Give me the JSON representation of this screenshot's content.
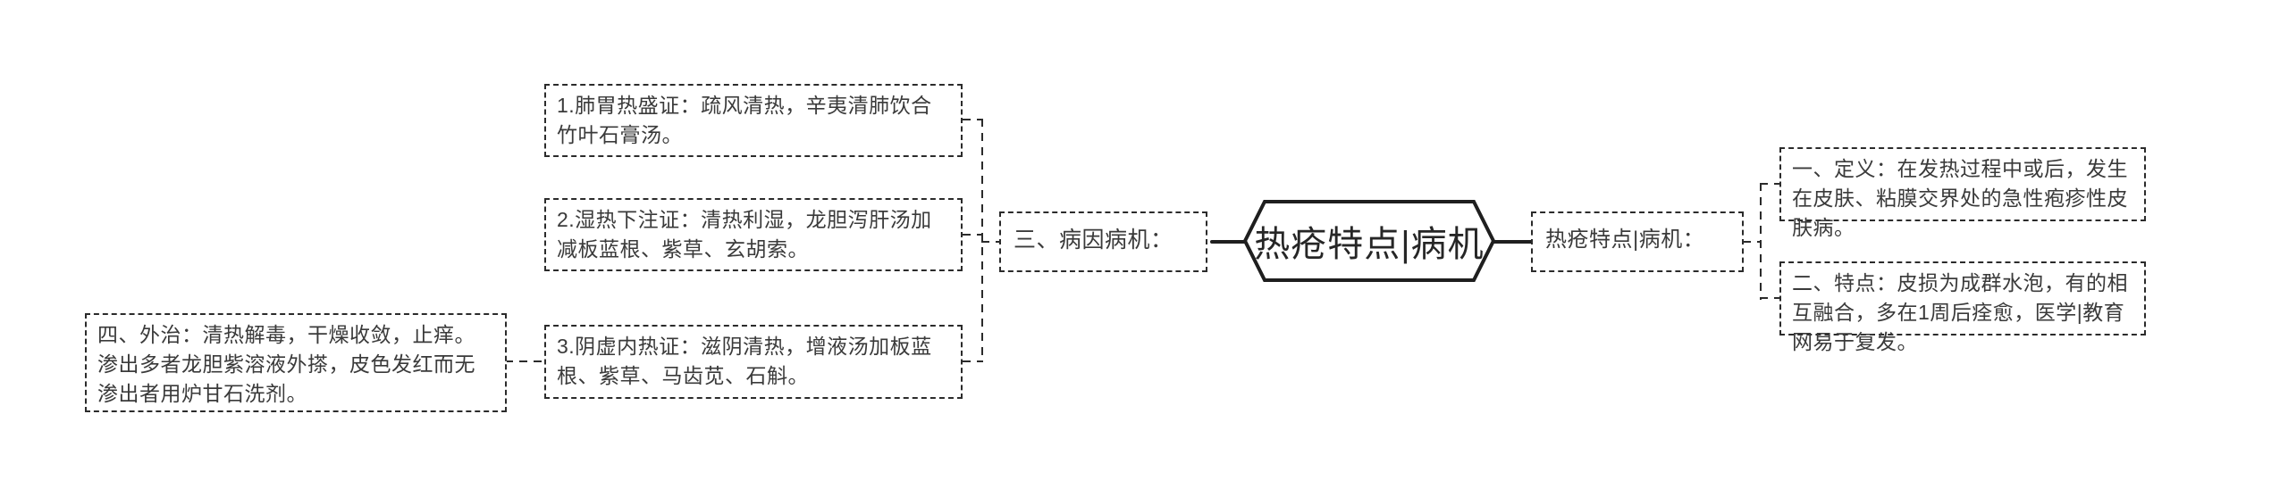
{
  "root": {
    "label": "热疮特点|病机"
  },
  "branches": {
    "cause": {
      "label": "三、病因病机：",
      "items": [
        {
          "text": "1.肺胃热盛证：疏风清热，辛夷清肺饮合竹叶石膏汤。"
        },
        {
          "text": "2.湿热下注证：清热利湿，龙胆泻肝汤加减板蓝根、紫草、玄胡索。"
        },
        {
          "text": "3.阴虚内热证：滋阴清热，增液汤加板蓝根、紫草、马齿苋、石斛。"
        }
      ]
    },
    "external_treatment": {
      "text": "四、外治：清热解毒，干燥收敛，止痒。渗出多者龙胆紫溶液外搽，皮色发红而无渗出者用炉甘石洗剂。"
    },
    "features": {
      "label": "热疮特点|病机：",
      "items": [
        {
          "text": "一、定义：在发热过程中或后，发生在皮肤、粘膜交界处的急性疱疹性皮肤病。"
        },
        {
          "text": "二、特点：皮损为成群水泡，有的相互融合，多在1周后痊愈，医学|教育网易于复发。"
        }
      ]
    }
  },
  "colors": {
    "line": "#2b2b2b",
    "text": "#3a3a3a",
    "background": "#ffffff"
  }
}
